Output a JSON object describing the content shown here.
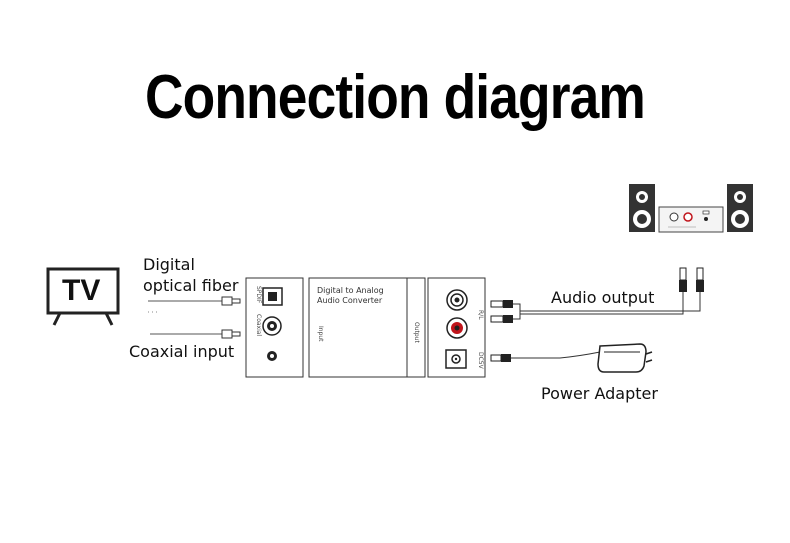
{
  "title": "Connection diagram",
  "tv": {
    "label": "TV"
  },
  "labels": {
    "optical_line1": "Digital",
    "optical_line2": "optical fiber",
    "coaxial": "Coaxial input",
    "audio_output": "Audio output",
    "power_adapter": "Power Adapter"
  },
  "converter": {
    "title_line1": "Digital to Analog",
    "title_line2": "Audio Converter",
    "spdif": "SPDIF",
    "coaxial": "Coaxial",
    "input": "Input",
    "output": "Output",
    "rl": "R/L",
    "dc5v": "DC5V"
  },
  "colors": {
    "line": "#222222",
    "rca_red": "#c0141b",
    "speaker": "#333333"
  }
}
